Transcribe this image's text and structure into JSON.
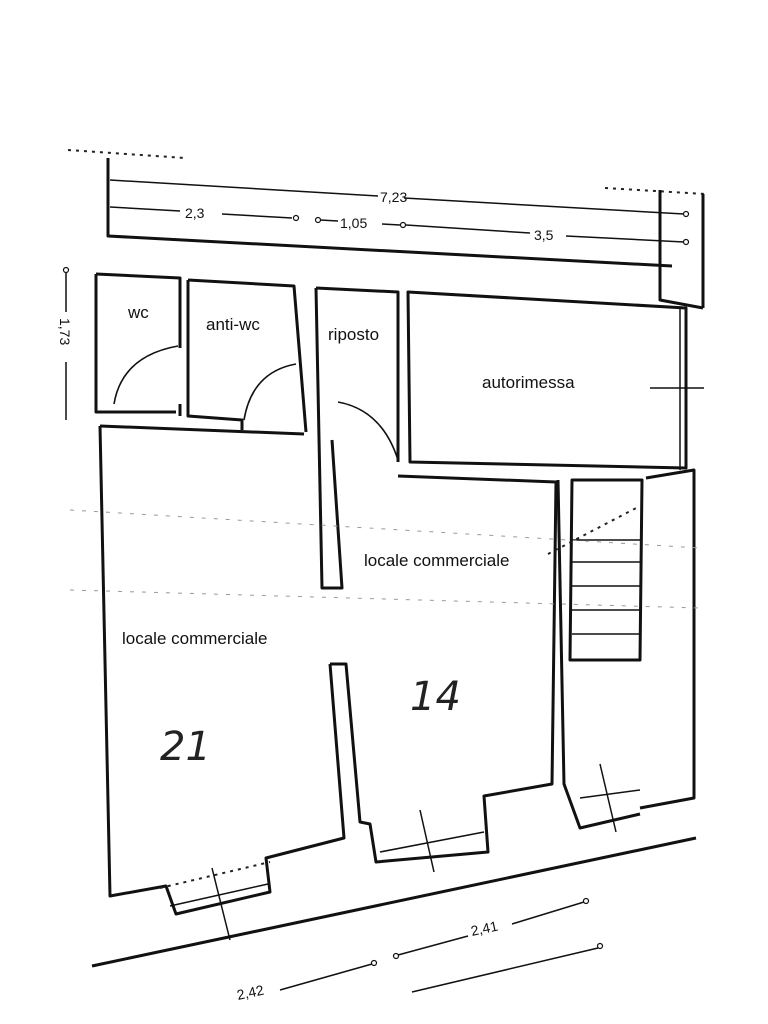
{
  "rooms": {
    "wc": "wc",
    "anti_wc": "anti-wc",
    "riposto": "riposto",
    "autorimessa": "autorimessa",
    "locale_right": "locale commerciale",
    "locale_left": "locale commerciale"
  },
  "dimensions": {
    "total_top": "7,23",
    "seg_a": "2,3",
    "seg_b": "1,05",
    "seg_c": "3,5",
    "side": "1,73",
    "bottom_right": "2,41",
    "bottom_left": "2,42"
  },
  "handwritten": {
    "left_number": "21",
    "right_number": "14"
  }
}
